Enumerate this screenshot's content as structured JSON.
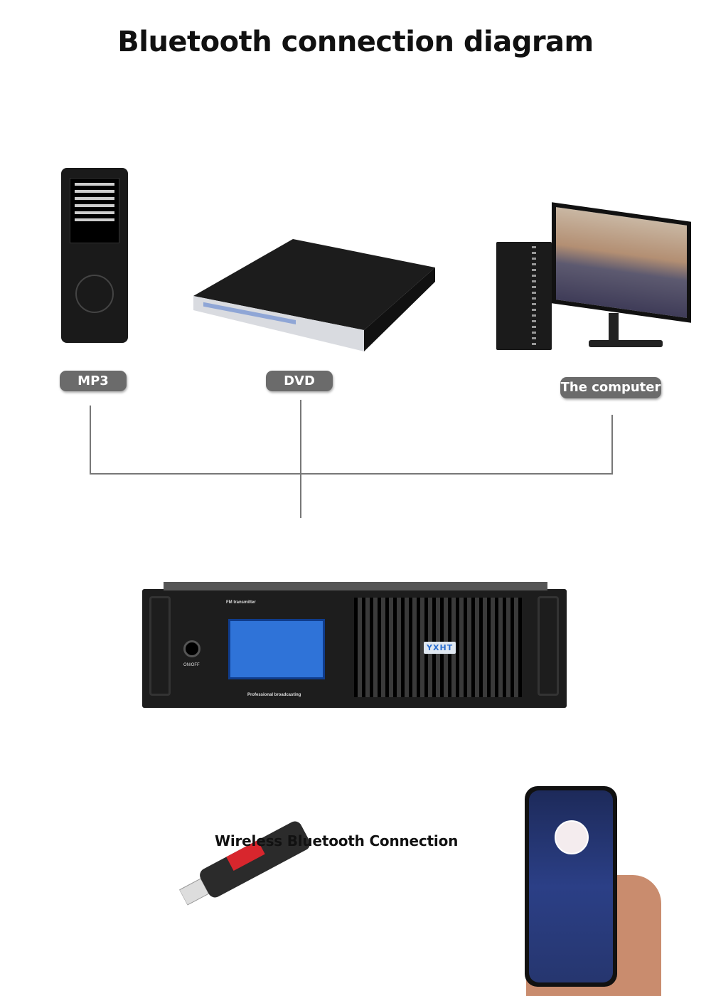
{
  "title": "Bluetooth connection diagram",
  "sources": [
    {
      "label": "MP3"
    },
    {
      "label": "DVD"
    },
    {
      "label": "The computer"
    }
  ],
  "transmitter": {
    "model_label": "FM transmitter",
    "tagline": "Professional broadcasting",
    "power_label": "ON/OFF",
    "brand": "YXHT"
  },
  "wireless_label": "Wireless Bluetooth Connection"
}
